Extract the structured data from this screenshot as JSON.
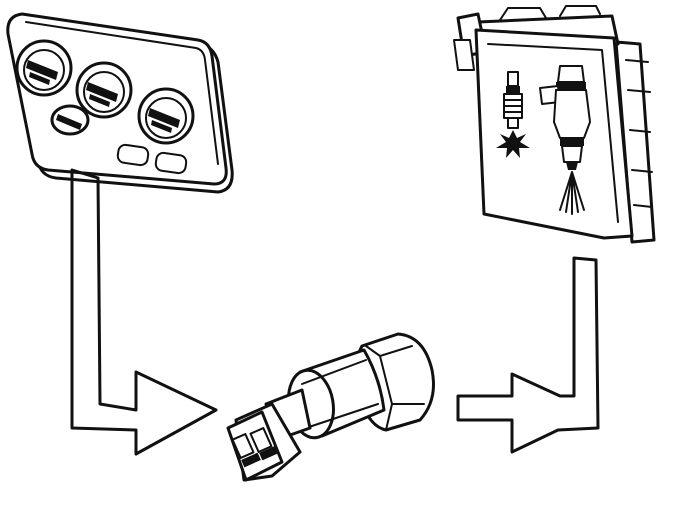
{
  "diagram": {
    "components": [
      {
        "id": "control-panel",
        "icon": "climate-control-panel-icon",
        "knobs": 3,
        "buttons": 2
      },
      {
        "id": "pressure-switch",
        "icon": "pressure-switch-icon"
      },
      {
        "id": "engine-control-module",
        "icon": "ecu-icon",
        "symbols": [
          "spark-plug-icon",
          "fuel-injector-icon"
        ]
      }
    ],
    "flow": [
      {
        "from": "control-panel",
        "to": "pressure-switch",
        "icon": "flow-arrow-icon"
      },
      {
        "from": "pressure-switch",
        "to": "engine-control-module",
        "icon": "flow-arrow-icon"
      }
    ],
    "colors": {
      "line": "#111111",
      "background": "#ffffff"
    }
  }
}
